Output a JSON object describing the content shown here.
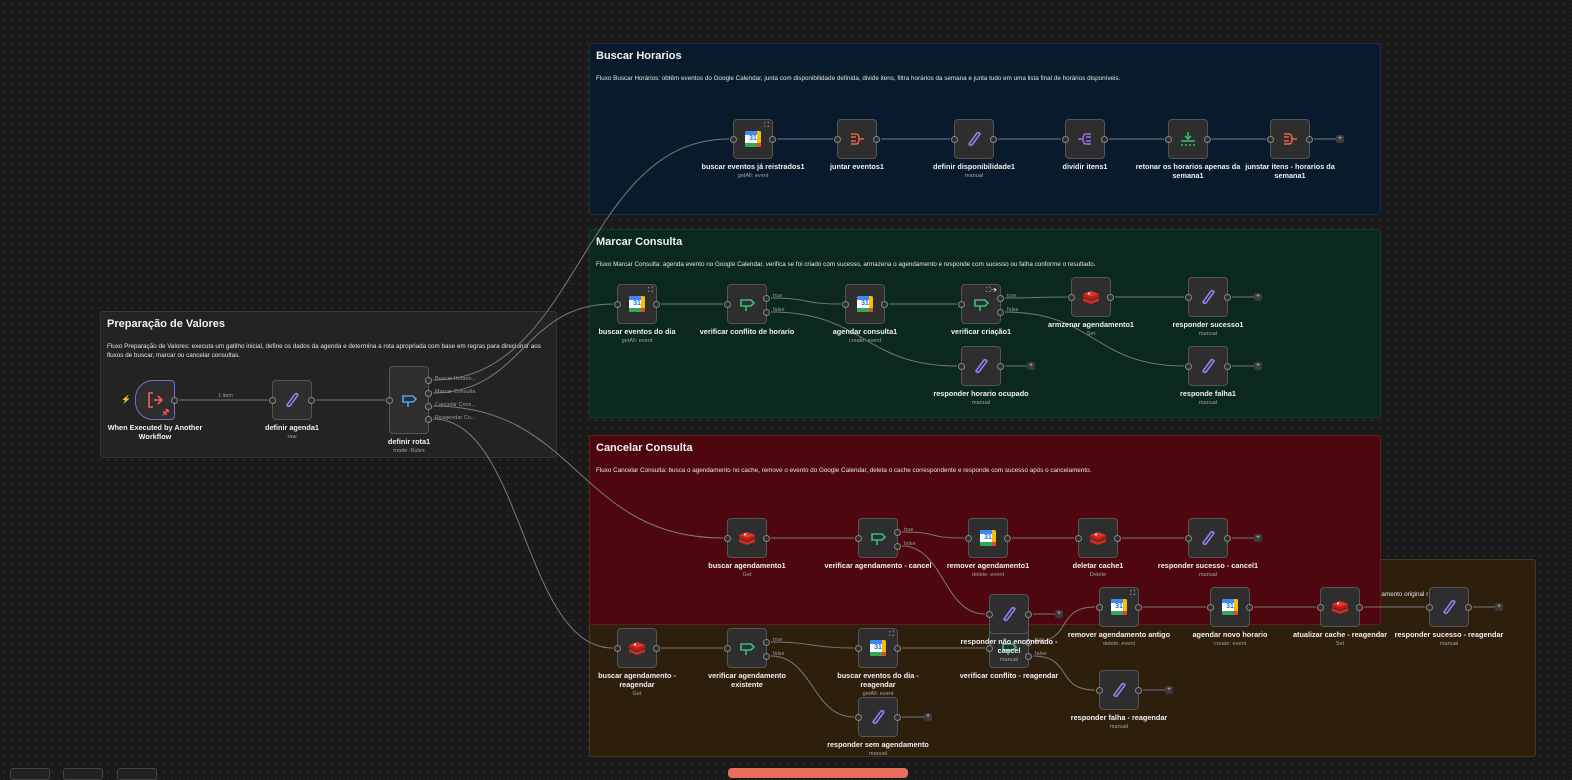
{
  "canvas": {
    "background": "#1a1a1a"
  },
  "stickies": {
    "buscar": {
      "title": "Buscar Horarios",
      "description": "Fluxo Buscar Horários: obtêm eventos do Google Calendar, junta com disponibilidade definida, divide itens, filtra horários da semana e junta tudo em uma lista final de horários disponíveis.",
      "color": "#0a1a2d"
    },
    "marcar": {
      "title": "Marcar Consulta",
      "description": "Fluxo Marcar Consulta: agenda evento no Google Calendar, verifica se foi criado com sucesso, armazena o agendamento e responde com sucesso ou falha conforme o resultado.",
      "color": "#0b281c"
    },
    "prep": {
      "title": "Preparação de Valores",
      "description": "Fluxo Preparação de Valores: executa um gatilho inicial, define os dados da agenda e determina a rota apropriada com base em regras para direcionar aos fluxos de buscar, marcar ou cancelar consultas.",
      "color": "#232323"
    },
    "cancel": {
      "title": "Cancelar Consulta",
      "description": "Fluxo Cancelar Consulta: busca o agendamento no cache, remove o evento do Google Calendar, deleta o cache correspondente e responde com sucesso após o cancelamento.",
      "color": "#4e070e"
    },
    "reag": {
      "title": "",
      "description": "lamento original r                    o em caso de",
      "color": "#2e1e0c"
    }
  },
  "edge_labels": {
    "items": "1 item",
    "true": "true",
    "false": "false"
  },
  "rota_outputs": [
    "Buscar Horario...",
    "Marcar Consulta",
    "Cancelar Cons...",
    "Reagendar Co..."
  ],
  "nodes": {
    "trigger": {
      "name": "When Executed by Another Workflow",
      "sub": "",
      "icon": "exit-icon"
    },
    "definir_agenda": {
      "name": "definir agenda1",
      "sub": "raw",
      "icon": "pencil-icon"
    },
    "definir_rota": {
      "name": "definir rota1",
      "sub": "mode: Rules",
      "icon": "switch-icon"
    },
    "buscar_eventos_reg": {
      "name": "buscar eventos já reistrados1",
      "sub": "getAll: event",
      "icon": "google-calendar-icon"
    },
    "juntar_eventos": {
      "name": "juntar eventos1",
      "sub": "",
      "icon": "merge-icon"
    },
    "definir_disp": {
      "name": "definir disponibilidade1",
      "sub": "manual",
      "icon": "pencil-icon"
    },
    "dividir_itens": {
      "name": "dividir itens1",
      "sub": "",
      "icon": "split-icon"
    },
    "retonar_horarios": {
      "name": "retonar os horarios apenas da semana1",
      "sub": "",
      "icon": "filter-icon"
    },
    "junstar_itens": {
      "name": "junstar itens - horarios da semana1",
      "sub": "",
      "icon": "merge-icon"
    },
    "buscar_eventos_dia": {
      "name": "buscar eventos do dia",
      "sub": "getAll: event",
      "icon": "google-calendar-icon"
    },
    "verificar_conflito": {
      "name": "verificar conflito de horario",
      "sub": "",
      "icon": "if-icon"
    },
    "agendar_consulta": {
      "name": "agendar consulta1",
      "sub": "create: event",
      "icon": "google-calendar-icon"
    },
    "verificar_criacao": {
      "name": "verificar criação1",
      "sub": "",
      "icon": "if-icon"
    },
    "armazenar": {
      "name": "armzenar agendamento1",
      "sub": "Set",
      "icon": "redis-icon"
    },
    "responder_sucesso": {
      "name": "responder sucesso1",
      "sub": "manual",
      "icon": "pencil-icon"
    },
    "responder_ocupado": {
      "name": "responder horario ocupado",
      "sub": "manual",
      "icon": "pencil-icon"
    },
    "responde_falha": {
      "name": "responde falha1",
      "sub": "manual",
      "icon": "pencil-icon"
    },
    "buscar_agendamento": {
      "name": "buscar agendamento1",
      "sub": "Get",
      "icon": "redis-icon"
    },
    "verificar_ag_cancel": {
      "name": "verificar agendamento - cancel",
      "sub": "",
      "icon": "if-icon"
    },
    "remover_agendamento": {
      "name": "remover agendamento1",
      "sub": "delete: event",
      "icon": "google-calendar-icon"
    },
    "deletar_cache": {
      "name": "deletar cache1",
      "sub": "Delete",
      "icon": "redis-icon"
    },
    "responder_sucesso_cancel": {
      "name": "responder sucesso - cancel1",
      "sub": "manual",
      "icon": "pencil-icon"
    },
    "responder_nao_encontrado": {
      "name": "responder não encontrado - cancel",
      "sub": "manual",
      "icon": "pencil-icon"
    },
    "buscar_ag_reag": {
      "name": "buscar agendamento - reagendar",
      "sub": "Get",
      "icon": "redis-icon"
    },
    "verificar_ag_existente": {
      "name": "verificar agendamento existente",
      "sub": "",
      "icon": "if-icon"
    },
    "buscar_eventos_reag": {
      "name": "buscar eventos do dia - reagendar",
      "sub": "getAll: event",
      "icon": "google-calendar-icon"
    },
    "verificar_conflito_reag": {
      "name": "verificar conflito - reagendar",
      "sub": "",
      "icon": "if-icon"
    },
    "remover_antigo": {
      "name": "remover agendamento antigo",
      "sub": "delete: event",
      "icon": "google-calendar-icon"
    },
    "agendar_novo": {
      "name": "agendar novo horario",
      "sub": "create: event",
      "icon": "google-calendar-icon"
    },
    "atualizar_cache": {
      "name": "atualizar cache - reagendar",
      "sub": "Set",
      "icon": "redis-icon"
    },
    "responder_sucesso_reag": {
      "name": "responder sucesso - reagendar",
      "sub": "manual",
      "icon": "pencil-icon"
    },
    "responder_sem_ag": {
      "name": "responder sem agendamento",
      "sub": "manual",
      "icon": "pencil-icon"
    },
    "responder_falha_reag": {
      "name": "responder falha - reagendar",
      "sub": "manual",
      "icon": "pencil-icon"
    }
  },
  "icons": {
    "plus": "+",
    "calendar_day": "31",
    "badge_fit": "⛶",
    "badge_fit_arrow": "⛶➔"
  }
}
